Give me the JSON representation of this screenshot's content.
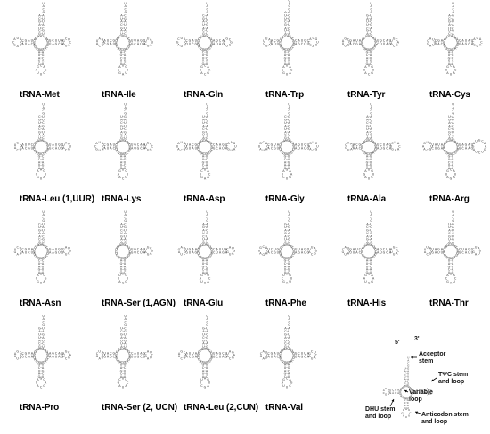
{
  "figure": {
    "panels": [
      {
        "label": "tRNA-Met"
      },
      {
        "label": "tRNA-Ile"
      },
      {
        "label": "tRNA-Gln"
      },
      {
        "label": "tRNA-Trp"
      },
      {
        "label": "tRNA-Tyr"
      },
      {
        "label": "tRNA-Cys"
      },
      {
        "label": "tRNA-Leu (1,UUR)"
      },
      {
        "label": "tRNA-Lys"
      },
      {
        "label": "tRNA-Asp"
      },
      {
        "label": "tRNA-Gly"
      },
      {
        "label": "tRNA-Ala"
      },
      {
        "label": "tRNA-Arg"
      },
      {
        "label": "tRNA-Asn"
      },
      {
        "label": "tRNA-Ser (1,AGN)"
      },
      {
        "label": "tRNA-Glu"
      },
      {
        "label": "tRNA-Phe"
      },
      {
        "label": "tRNA-His"
      },
      {
        "label": "tRNA-Thr"
      },
      {
        "label": "tRNA-Pro"
      },
      {
        "label": "tRNA-Ser (2, UCN)"
      },
      {
        "label": "tRNA-Leu (2,CUN)"
      },
      {
        "label": "tRNA-Val"
      }
    ],
    "legend": {
      "five_prime": "5'",
      "three_prime": "3'",
      "acceptor_stem": [
        "Acceptor",
        "stem"
      ],
      "tpsic_stem_loop": [
        "TΨC stem",
        "and loop"
      ],
      "variable_loop": [
        "Variable",
        "loop"
      ],
      "dhu_stem_loop": [
        "DHU stem",
        "and loop"
      ],
      "anticodon_stem_loop": [
        "Anticodon stem",
        "and loop"
      ]
    }
  }
}
